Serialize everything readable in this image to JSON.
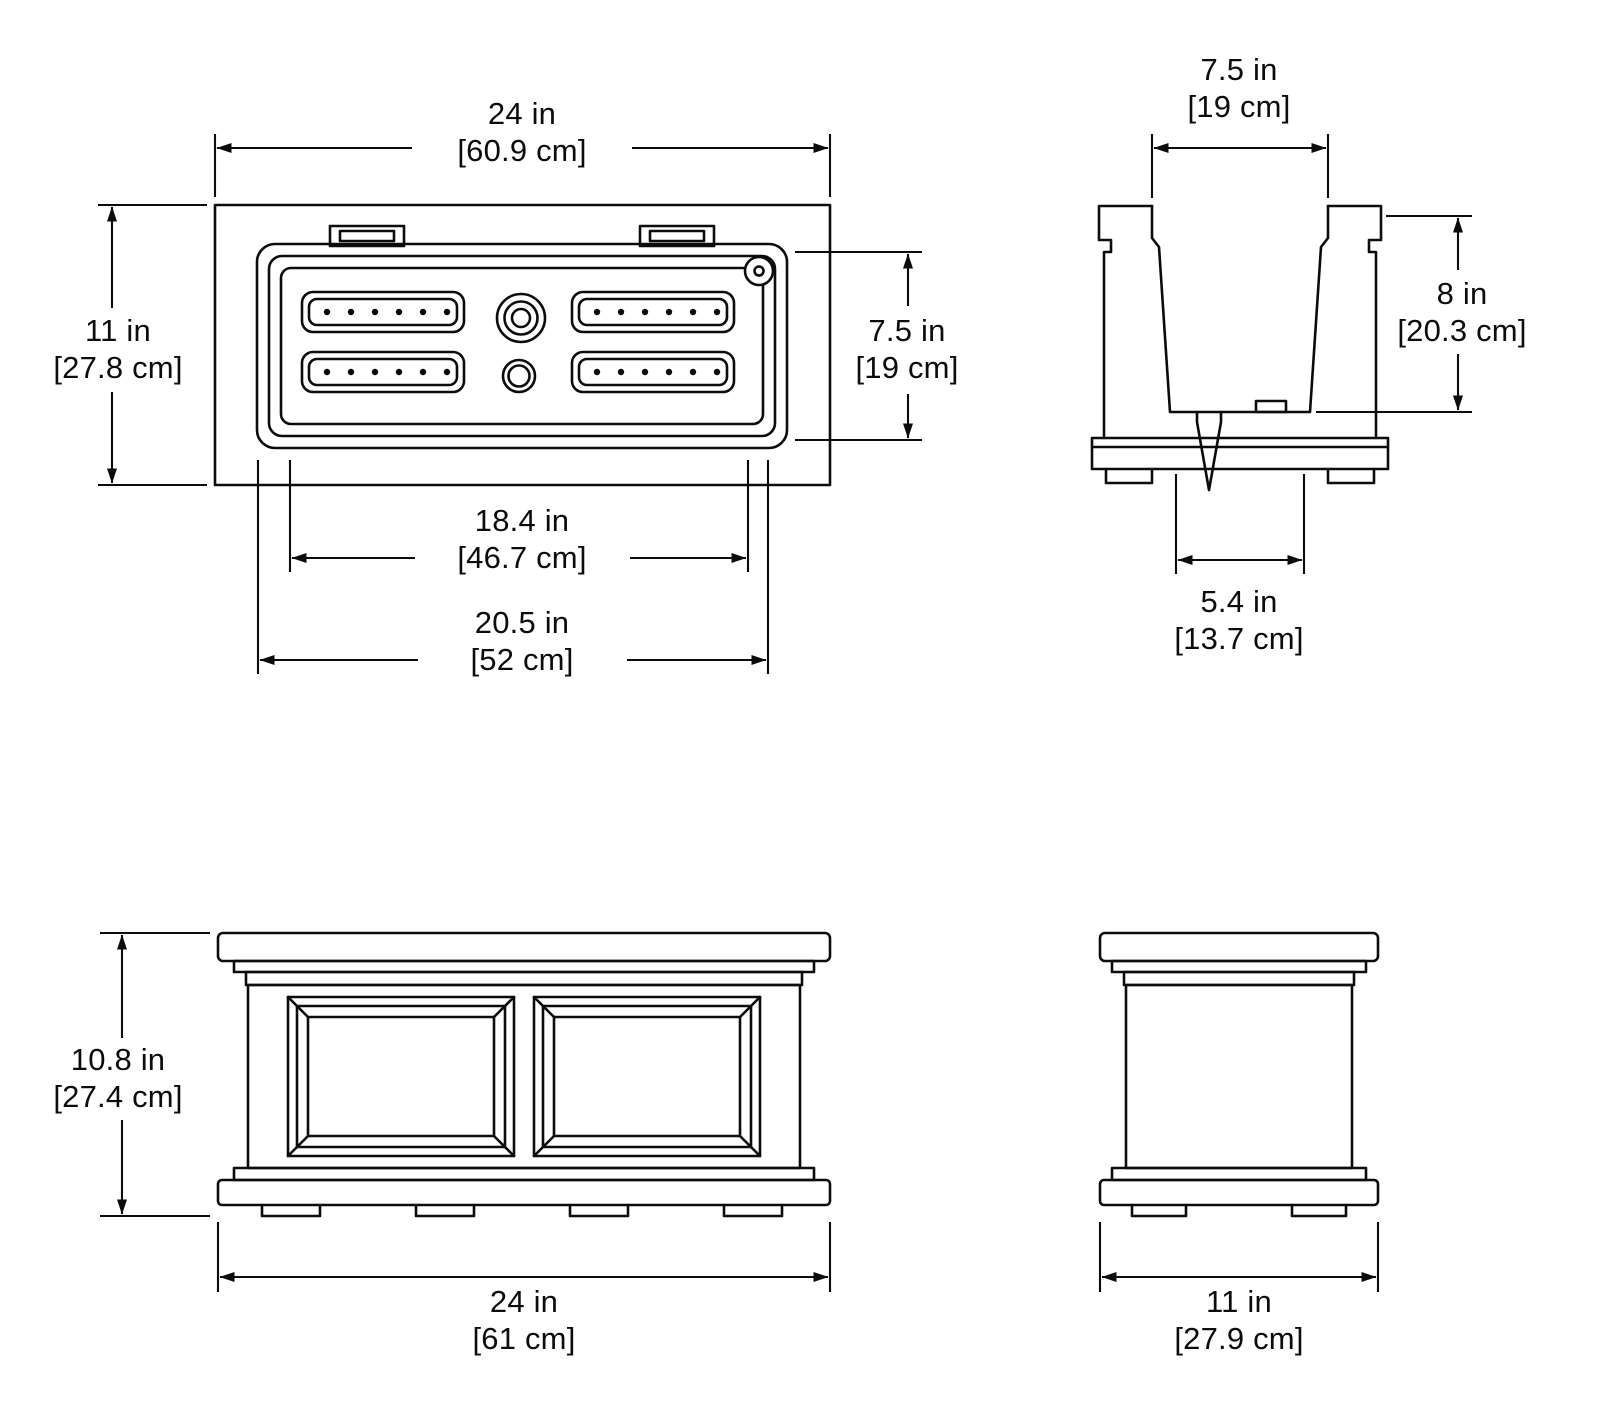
{
  "meta": {
    "description": "Four-view technical dimension drawing of a self-watering window box planter (top view, side cross-section, front elevation, side elevation)",
    "background_color": "#ffffff",
    "line_color": "#0c0c0c",
    "units": [
      "in",
      "cm"
    ]
  },
  "dims": {
    "top_view": {
      "width": {
        "in": "24 in",
        "cm": "[60.9 cm]"
      },
      "depth": {
        "in": "11 in",
        "cm": "[27.8 cm]"
      },
      "inner_depth": {
        "in": "7.5 in",
        "cm": "[19 cm]"
      },
      "inner_width": {
        "in": "18.4 in",
        "cm": "[46.7 cm]"
      },
      "lid_width": {
        "in": "20.5 in",
        "cm": "[52 cm]"
      }
    },
    "section_view": {
      "opening_width": {
        "in": "7.5 in",
        "cm": "[19 cm]"
      },
      "inner_height": {
        "in": "8 in",
        "cm": "[20.3 cm]"
      },
      "bottom_width": {
        "in": "5.4 in",
        "cm": "[13.7 cm]"
      }
    },
    "front_view": {
      "height": {
        "in": "10.8 in",
        "cm": "[27.4 cm]"
      },
      "width": {
        "in": "24 in",
        "cm": "[61 cm]"
      }
    },
    "side_view": {
      "width": {
        "in": "11 in",
        "cm": "[27.9 cm]"
      }
    }
  }
}
